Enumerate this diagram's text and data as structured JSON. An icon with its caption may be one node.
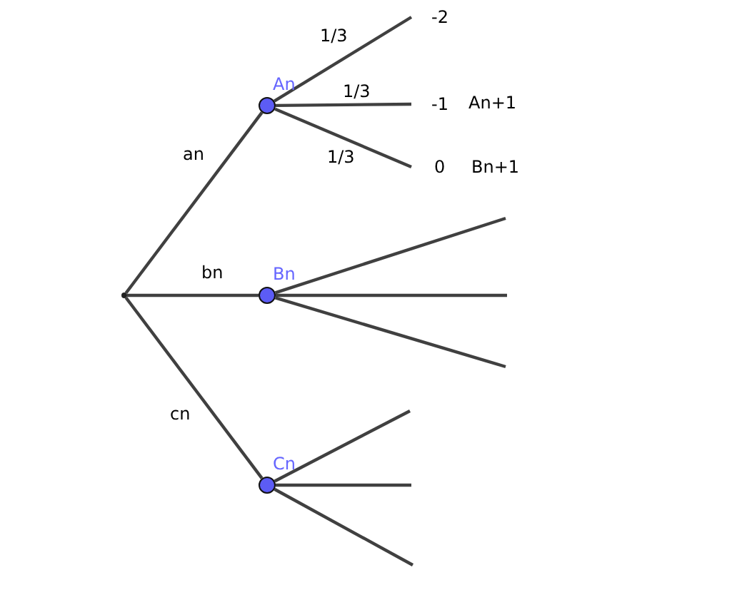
{
  "diagram": {
    "nodes": [
      {
        "text": [],
        "shape": "point"
      },
      {
        "text": [
          "An"
        ]
      },
      {
        "text": [
          "Bn"
        ]
      },
      {
        "text": [
          "Cn"
        ]
      },
      {
        "text": [
          "-2"
        ]
      },
      {
        "text": [
          "-1"
        ]
      },
      {
        "text": [
          "0"
        ]
      }
    ],
    "edges": [
      {
        "from": 0,
        "to": 1,
        "arrow": "none",
        "label": "an"
      },
      {
        "from": 0,
        "to": 2,
        "arrow": "none",
        "label": "bn"
      },
      {
        "from": 0,
        "to": 3,
        "arrow": "none",
        "label": "cn"
      },
      {
        "from": 1,
        "to": 4,
        "arrow": "none",
        "label": "1/3"
      },
      {
        "from": 1,
        "to": 5,
        "arrow": "none",
        "label": "1/3"
      },
      {
        "from": 1,
        "to": 6,
        "arrow": "none",
        "label": "1/3"
      },
      {
        "from": 2,
        "to": null,
        "arrow": "none"
      },
      {
        "from": 2,
        "to": null,
        "arrow": "none"
      },
      {
        "from": 2,
        "to": null,
        "arrow": "none"
      },
      {
        "from": 3,
        "to": null,
        "arrow": "none"
      },
      {
        "from": 3,
        "to": null,
        "arrow": "none"
      },
      {
        "from": 3,
        "to": null,
        "arrow": "none"
      }
    ],
    "labels": [
      "An+1",
      "Bn+1"
    ]
  }
}
